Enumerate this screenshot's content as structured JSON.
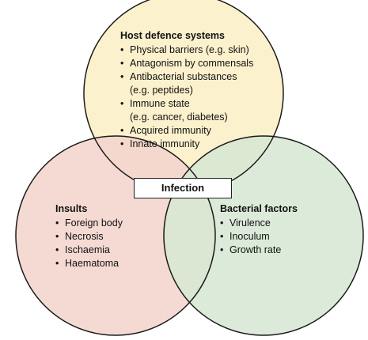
{
  "diagram": {
    "center_label": "Infection",
    "colors": {
      "host_fill": "#fcefc4",
      "insults_fill": "#f3d4cc",
      "bacterial_fill": "#d6e8d2",
      "outline": "#1a1a1a"
    },
    "host": {
      "title": "Host defence systems",
      "items": [
        {
          "text": "Physical barriers (e.g. skin)",
          "bullet": true
        },
        {
          "text": "Antagonism by commensals",
          "bullet": true
        },
        {
          "text": "Antibacterial substances",
          "bullet": true
        },
        {
          "text": "(e.g. peptides)",
          "bullet": false
        },
        {
          "text": "Immune state",
          "bullet": true
        },
        {
          "text": "(e.g. cancer, diabetes)",
          "bullet": false
        },
        {
          "text": "Acquired immunity",
          "bullet": true
        },
        {
          "text": "Innate immunity",
          "bullet": true
        }
      ]
    },
    "insults": {
      "title": "Insults",
      "items": [
        {
          "text": "Foreign body",
          "bullet": true
        },
        {
          "text": "Necrosis",
          "bullet": true
        },
        {
          "text": "Ischaemia",
          "bullet": true
        },
        {
          "text": "Haematoma",
          "bullet": true
        }
      ]
    },
    "bacterial": {
      "title": "Bacterial factors",
      "items": [
        {
          "text": "Virulence",
          "bullet": true
        },
        {
          "text": "Inoculum",
          "bullet": true
        },
        {
          "text": "Growth rate",
          "bullet": true
        }
      ]
    }
  }
}
